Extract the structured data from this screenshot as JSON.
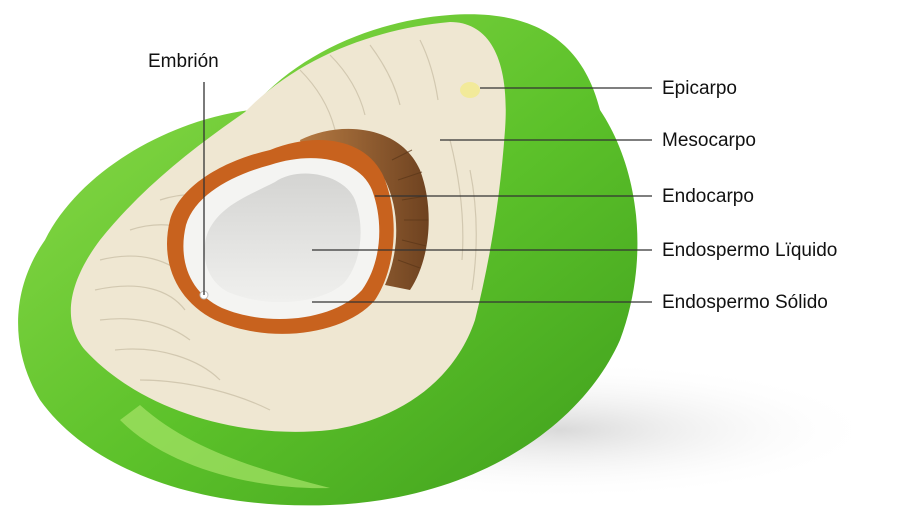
{
  "labels": {
    "embrion": "Embrión",
    "epicarpo": "Epicarpo",
    "mesocarpo": "Mesocarpo",
    "endocarpo": "Endocarpo",
    "endospermo_liquido": "Endospermo Lïquido",
    "endospermo_solido": "Endospermo Sólido"
  },
  "colors": {
    "epicarp_green": "#5cc12a",
    "epicarp_light": "#8fdc4c",
    "mesocarp_cream": "#efe7d2",
    "endocarp_brown": "#c8621e",
    "fiber_brown": "#8a5a2e",
    "solid_endosperm": "#f4f4f2",
    "liquid_cavity": "#e2e2e0",
    "leader_line": "#333333"
  }
}
